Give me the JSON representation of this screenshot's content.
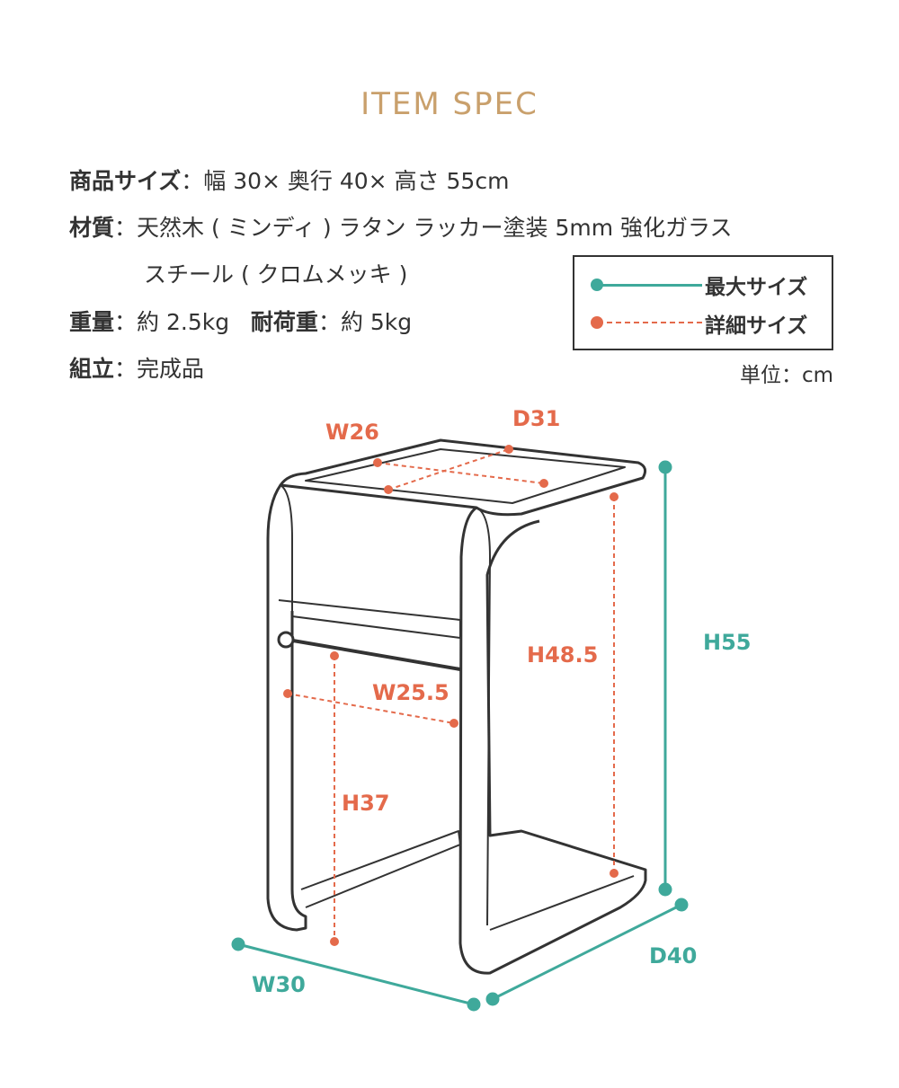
{
  "title": "ITEM SPEC",
  "specs": {
    "size_label": "商品サイズ",
    "size_value": "：幅 30× 奥行 40× 高さ 55cm",
    "material_label": "材質",
    "material_value": "：天然木 ( ミンディ ) ラタン ラッカー塗装 5mm 強化ガラス",
    "material_value2": "スチール ( クロムメッキ )",
    "weight_label": "重量",
    "weight_value": "：約 2.5kg",
    "load_label": "耐荷重",
    "load_value": "：約 5kg",
    "assembly_label": "組立",
    "assembly_value": "：完成品"
  },
  "legend": {
    "max_size": "最大サイズ",
    "detail_size": "詳細サイズ"
  },
  "unit": "単位：cm",
  "dimensions": {
    "w26": "W26",
    "d31": "D31",
    "h55": "H55",
    "h48_5": "H48.5",
    "w25_5": "W25.5",
    "h37": "H37",
    "w30": "W30",
    "d40": "D40"
  },
  "colors": {
    "max": "#3fa99b",
    "detail": "#e46a4b",
    "title": "#c9a06c",
    "line": "#333333"
  }
}
